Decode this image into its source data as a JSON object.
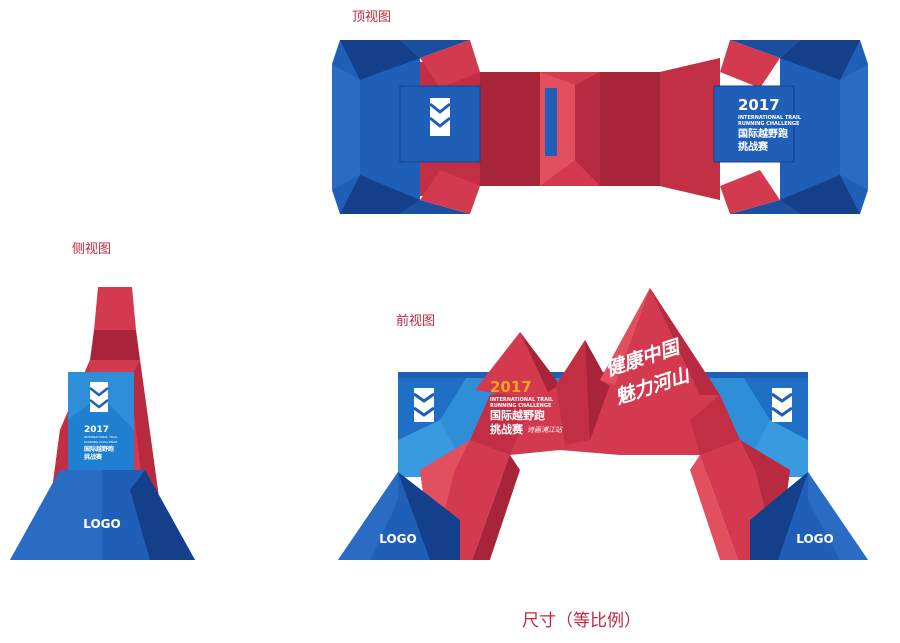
{
  "views": {
    "top": {
      "label": "顶视图"
    },
    "side": {
      "label": "侧视图"
    },
    "front": {
      "label": "前视图"
    }
  },
  "branding": {
    "year": "2017",
    "english_line1": "INTERNATIONAL TRAIL",
    "english_line2": "RUNNING CHALLENGE",
    "chinese_line1": "国际越野跑",
    "chinese_line2": "挑战赛",
    "tagline": "诗画浦江站",
    "slogan_line1": "健康中国",
    "slogan_line2": "魅力河山",
    "logo_text": "LOGO"
  },
  "caption": "尺寸（等比例）",
  "colors": {
    "red": "#d43a4f",
    "red_dark": "#a82438",
    "red_light": "#e2505f",
    "blue": "#1f5fb8",
    "blue_dark": "#143f8a",
    "blue_light": "#2e8fd8",
    "year_orange": "#f2a31b"
  }
}
